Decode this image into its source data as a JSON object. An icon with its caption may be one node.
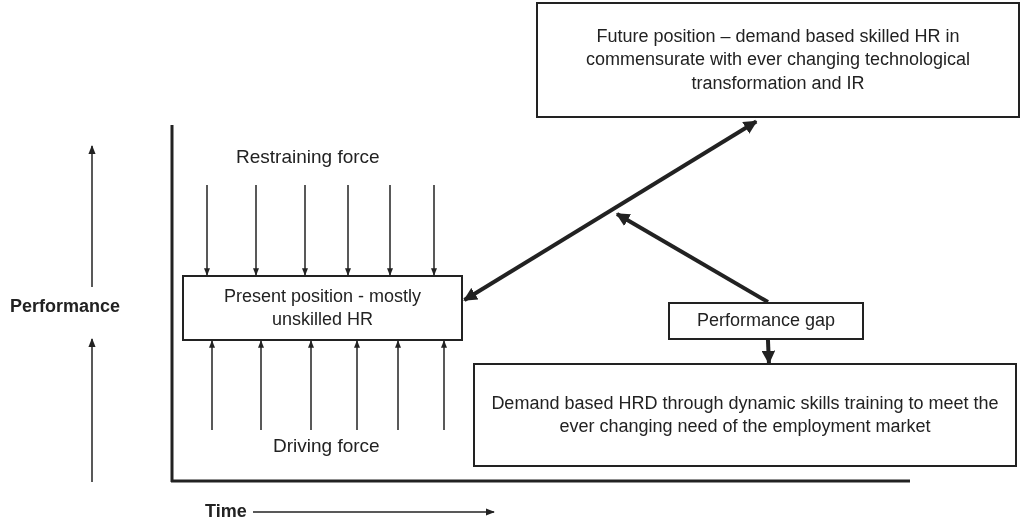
{
  "diagram": {
    "nodes": [
      {
        "text": [
          "Future position – demand based skilled HR in commensurate with ever changing technological transformation and IR"
        ]
      },
      {
        "text": [
          "Present position - mostly unskilled HR"
        ]
      },
      {
        "text": [
          "Performance gap"
        ]
      },
      {
        "text": [
          "Demand based HRD through dynamic skills training to meet the ever changing need of the employment market"
        ]
      }
    ],
    "edges": [
      {
        "from": 1,
        "to": 0,
        "arrow": "both",
        "style": "thick"
      },
      {
        "from": 2,
        "to": null,
        "arrow": "to",
        "style": "thick"
      },
      {
        "from": 2,
        "to": 3,
        "arrow": "to",
        "style": "thick"
      },
      {
        "from": null,
        "to": 1,
        "arrow": "to"
      },
      {
        "from": null,
        "to": 1,
        "arrow": "to"
      },
      {
        "from": null,
        "to": 1,
        "arrow": "to"
      },
      {
        "from": null,
        "to": 1,
        "arrow": "to"
      },
      {
        "from": null,
        "to": 1,
        "arrow": "to"
      },
      {
        "from": null,
        "to": 1,
        "arrow": "to"
      },
      {
        "from": null,
        "to": 1,
        "arrow": "to"
      },
      {
        "from": null,
        "to": 1,
        "arrow": "to"
      },
      {
        "from": null,
        "to": 1,
        "arrow": "to"
      },
      {
        "from": null,
        "to": 1,
        "arrow": "to"
      },
      {
        "from": null,
        "to": 1,
        "arrow": "to"
      },
      {
        "from": null,
        "to": 1,
        "arrow": "to"
      }
    ],
    "labels": [
      "Restraining force",
      "Performance",
      "Driving force",
      "Time"
    ]
  }
}
